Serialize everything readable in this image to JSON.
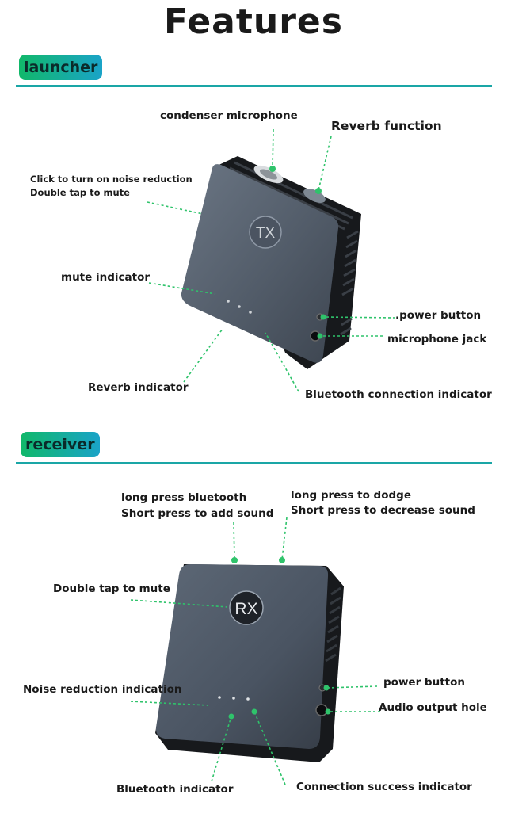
{
  "title": "Features",
  "launcher": {
    "badge": "launcher",
    "device_label": "TX",
    "labels": {
      "condenser_microphone": "condenser microphone",
      "reverb_function": "Reverb function",
      "noise_line1": "Click to turn on noise reduction",
      "noise_line2": "Double tap to mute",
      "mute_indicator": "mute indicator",
      "power_button": ".power button",
      "microphone_jack": "microphone jack",
      "reverb_indicator": "Reverb indicator",
      "bluetooth_connection_indicator": "Bluetooth connection indicator"
    }
  },
  "receiver": {
    "badge": "receiver",
    "device_label": "RX",
    "labels": {
      "bt_line1": "long press bluetooth",
      "bt_line2": "Short press to add sound",
      "dodge_line1": "long press to dodge",
      "dodge_line2": "Short press to decrease sound",
      "double_tap_mute": "Double tap to mute",
      "noise_reduction_indication": "Noise reduction indication",
      "power_button": "power button",
      "audio_output_hole": "Audio output hole",
      "bluetooth_indicator": "Bluetooth indicator",
      "connection_success_indicator": "Connection success indicator"
    }
  },
  "colors": {
    "accent_line": "#1aa6a6",
    "badge_start": "#11b86a",
    "badge_end": "#1aa3c8",
    "leader_dots": "#2fc36b",
    "device_body": "#4a5563"
  }
}
